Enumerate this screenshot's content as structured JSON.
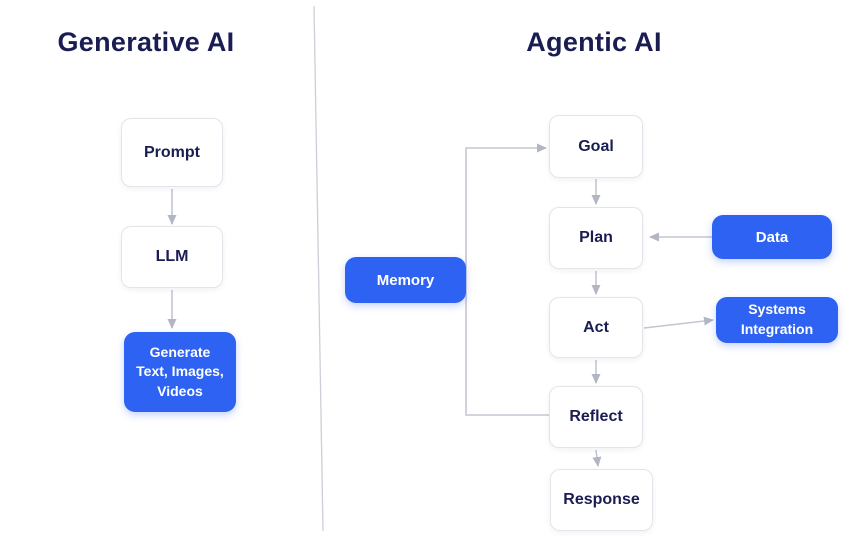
{
  "colors": {
    "accent_blue": "#2e62f2",
    "navy_text": "#1a1d52",
    "arrow_line": "#c4c7d2",
    "arrow_head": "#b2b6c4",
    "box_border": "#e3e5eb",
    "divider": "#cdcfd8"
  },
  "generative": {
    "title": "Generative AI",
    "nodes": {
      "prompt": {
        "label": "Prompt"
      },
      "llm": {
        "label": "LLM"
      },
      "generate": {
        "lines": [
          "Generate",
          "Text, Images,",
          "Videos"
        ]
      }
    }
  },
  "agentic": {
    "title": "Agentic AI",
    "nodes": {
      "goal": {
        "label": "Goal"
      },
      "plan": {
        "label": "Plan"
      },
      "act": {
        "label": "Act"
      },
      "reflect": {
        "label": "Reflect"
      },
      "response": {
        "label": "Response"
      },
      "memory": {
        "label": "Memory"
      },
      "data": {
        "label": "Data"
      },
      "systems_integration": {
        "lines": [
          "Systems",
          "Integration"
        ]
      }
    }
  }
}
